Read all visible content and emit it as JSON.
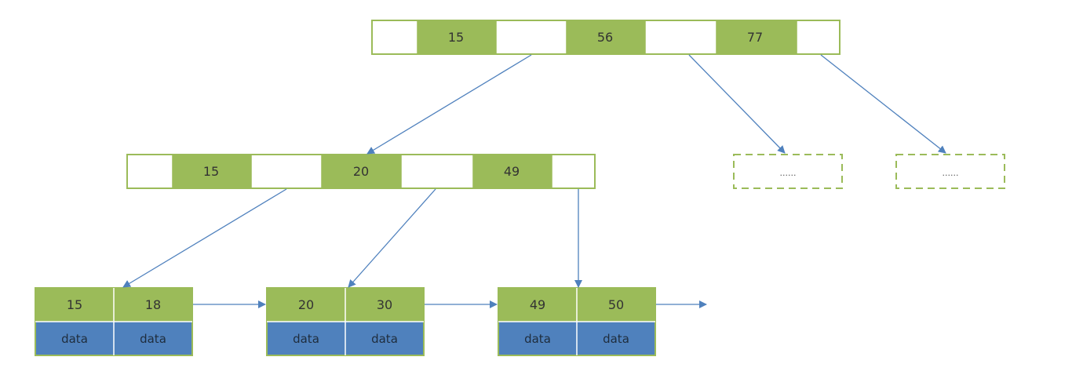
{
  "colors": {
    "key_fill": "#9bbb59",
    "pointer_fill": "#ffffff",
    "node_border": "#9bbb59",
    "data_fill": "#4f81bd",
    "data_text": "#1f2d3d",
    "key_text": "#333333",
    "arrow": "#4f81bd"
  },
  "root_node": {
    "keys": [
      "15",
      "56",
      "77"
    ]
  },
  "internal_node": {
    "keys": [
      "15",
      "20",
      "49"
    ]
  },
  "placeholder_nodes": [
    {
      "label": "......"
    },
    {
      "label": "......"
    }
  ],
  "leaf_nodes": [
    {
      "keys": [
        "15",
        "18"
      ],
      "data": [
        "data",
        "data"
      ]
    },
    {
      "keys": [
        "20",
        "30"
      ],
      "data": [
        "data",
        "data"
      ]
    },
    {
      "keys": [
        "49",
        "50"
      ],
      "data": [
        "data",
        "data"
      ]
    }
  ]
}
